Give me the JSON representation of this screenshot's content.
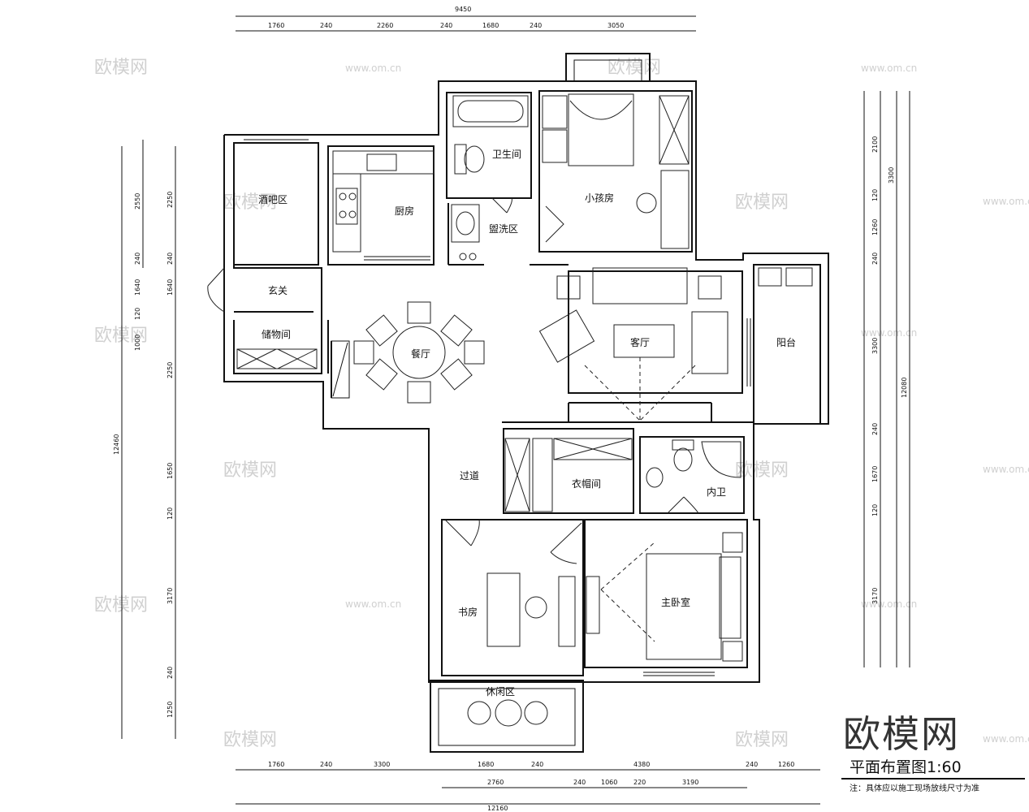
{
  "rooms": {
    "bar": "酒吧区",
    "kitchen": "厨房",
    "bathroom": "卫生间",
    "wash": "盥洗区",
    "kids_room": "小孩房",
    "entrance": "玄关",
    "storage": "储物间",
    "dining": "餐厅",
    "living": "客厅",
    "balcony": "阳台",
    "corridor": "过道",
    "closet": "衣帽间",
    "ensuite": "内卫",
    "study": "书房",
    "master": "主卧室",
    "leisure": "休闲区"
  },
  "dims": {
    "top_total": "9450",
    "top": [
      "1760",
      "240",
      "2260",
      "240",
      "1680",
      "240",
      "3050"
    ],
    "bottom_total": "12160",
    "bottom1": [
      "1760",
      "240",
      "3300",
      "1680",
      "240",
      "4380",
      "240",
      "1260"
    ],
    "bottom2": [
      "2760",
      "240",
      "1060",
      "220",
      "3190"
    ],
    "left_total": "12460",
    "left_outer": [
      "2550",
      "240",
      "1640"
    ],
    "left_inner": [
      "2250",
      "240",
      "1640",
      "120",
      "1000",
      "2250",
      "1650",
      "120",
      "3170",
      "240",
      "1250"
    ],
    "right_total": "12080",
    "right_outer": [
      "2100",
      "120",
      "1260",
      "240",
      "3300",
      "240",
      "1670",
      "120",
      "3170"
    ],
    "right_mid": "3300"
  },
  "watermark_logo": "欧模网",
  "watermark_url": "www.om.cn",
  "brand": "欧模网",
  "title": "平面布置图1:60",
  "note": "注：具体应以施工现场放线尺寸为准"
}
